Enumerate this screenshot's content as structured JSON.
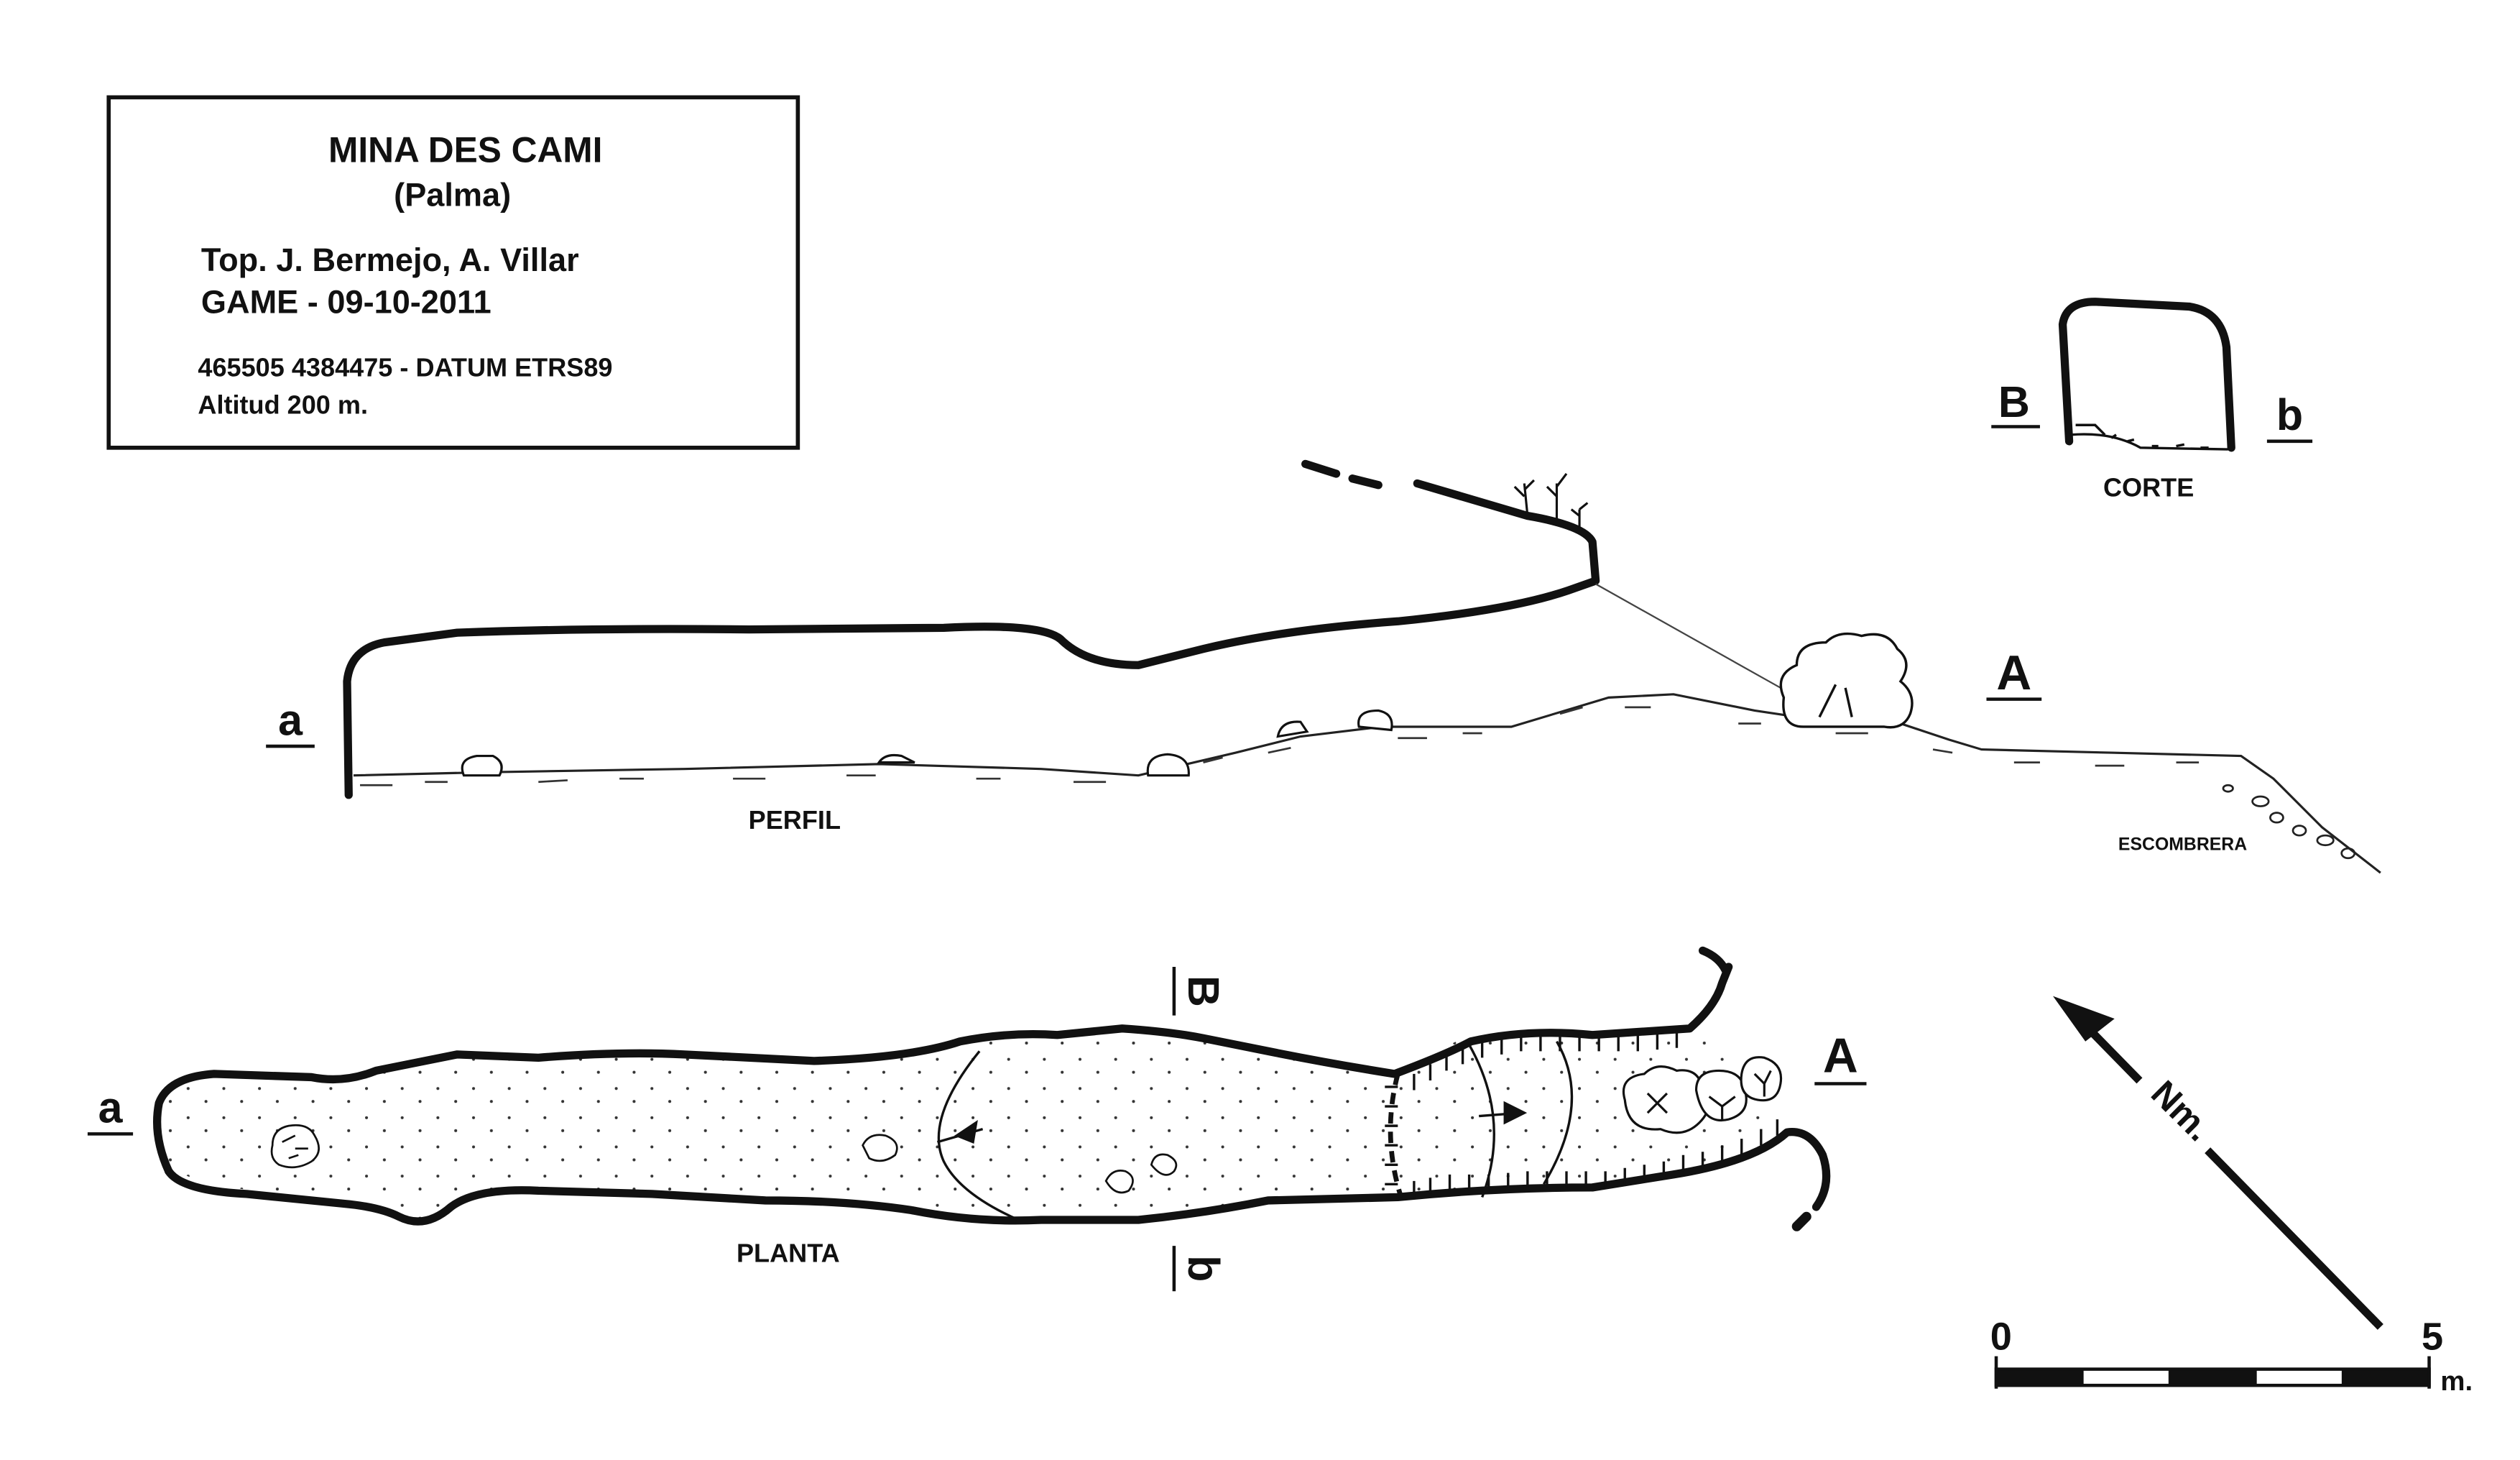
{
  "title_block": {
    "name": "MINA DES CAMI",
    "place": "(Palma)",
    "survey": "Top. J. Bermejo, A. Villar",
    "group_date": "GAME - 09-10-2011",
    "coordinates": "465505 4384475 - DATUM ETRS89",
    "altitude": "Altitud 200 m."
  },
  "section": {
    "left_label": "B",
    "right_label": "b",
    "caption": "CORTE"
  },
  "profile": {
    "left_label": "a",
    "right_label": "A",
    "caption": "PERFIL",
    "spoil_label": "ESCOMBRERA"
  },
  "plan": {
    "left_label": "a",
    "right_label": "A",
    "section_top_label": "B",
    "section_bottom_label": "b",
    "caption": "PLANTA"
  },
  "north": {
    "label": "Nm."
  },
  "scale": {
    "start_label": "0",
    "end_label": "5",
    "unit_label": "m.",
    "segments": 5
  }
}
